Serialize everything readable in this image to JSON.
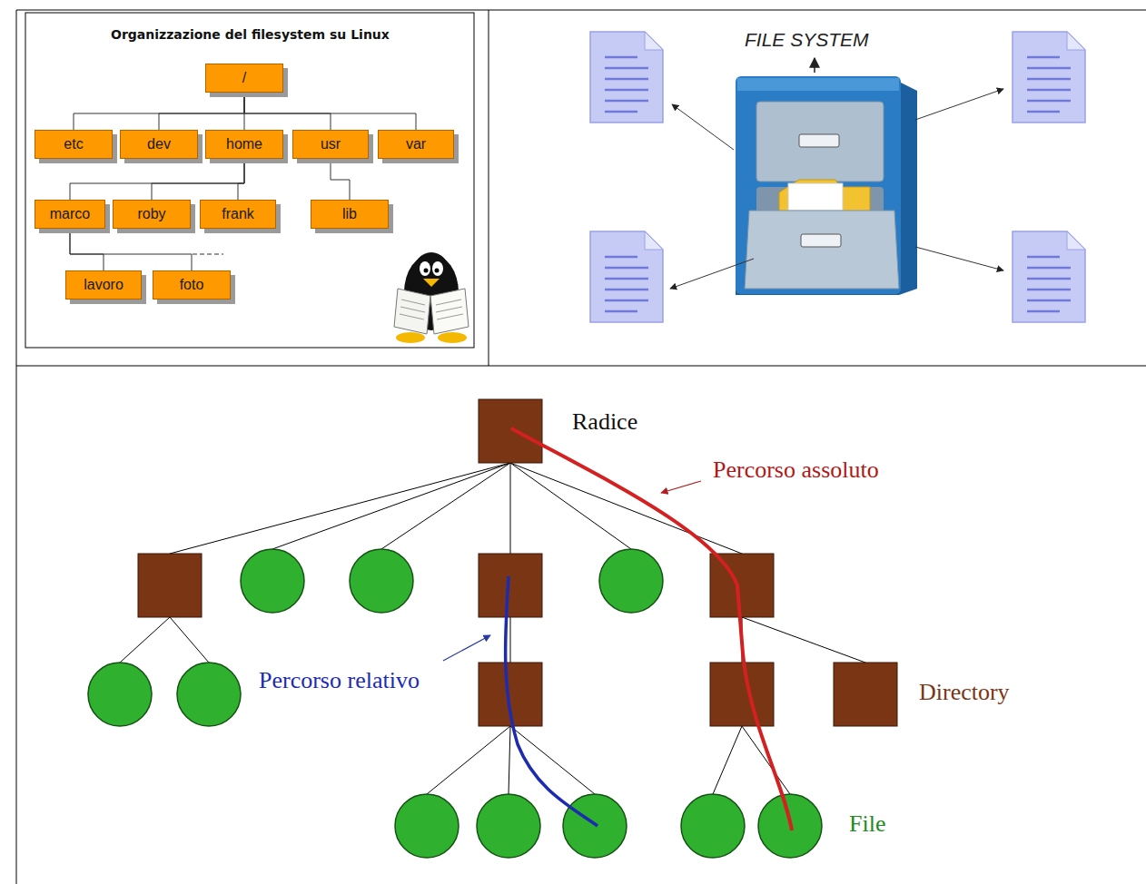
{
  "diagram": {
    "title": "Organizzazione del filesystem su Linux",
    "nodes": [
      {
        "text": [
          "/"
        ]
      },
      {
        "text": [
          "etc"
        ]
      },
      {
        "text": [
          "dev"
        ]
      },
      {
        "text": [
          "home"
        ]
      },
      {
        "text": [
          "usr"
        ]
      },
      {
        "text": [
          "var"
        ]
      },
      {
        "text": [
          "marco"
        ]
      },
      {
        "text": [
          "roby"
        ]
      },
      {
        "text": [
          "frank"
        ]
      },
      {
        "text": [
          "lib"
        ]
      },
      {
        "text": [
          "lavoro"
        ]
      },
      {
        "text": [
          "foto"
        ]
      }
    ],
    "edges": [
      {
        "from": 0,
        "to": 1,
        "arrow": "none"
      },
      {
        "from": 0,
        "to": 2,
        "arrow": "none"
      },
      {
        "from": 0,
        "to": 3,
        "arrow": "none"
      },
      {
        "from": 0,
        "to": 4,
        "arrow": "none"
      },
      {
        "from": 0,
        "to": 5,
        "arrow": "none"
      },
      {
        "from": 3,
        "to": 6,
        "arrow": "none"
      },
      {
        "from": 3,
        "to": 7,
        "arrow": "none"
      },
      {
        "from": 3,
        "to": 8,
        "arrow": "none"
      },
      {
        "from": 4,
        "to": 9,
        "arrow": "none"
      },
      {
        "from": 6,
        "to": 10,
        "arrow": "none"
      },
      {
        "from": 6,
        "to": 11,
        "arrow": "none"
      }
    ],
    "labels": [
      "FILE SYSTEM",
      "Radice",
      "Percorso assoluto",
      "Percorso relativo",
      "Directory",
      "File"
    ]
  }
}
